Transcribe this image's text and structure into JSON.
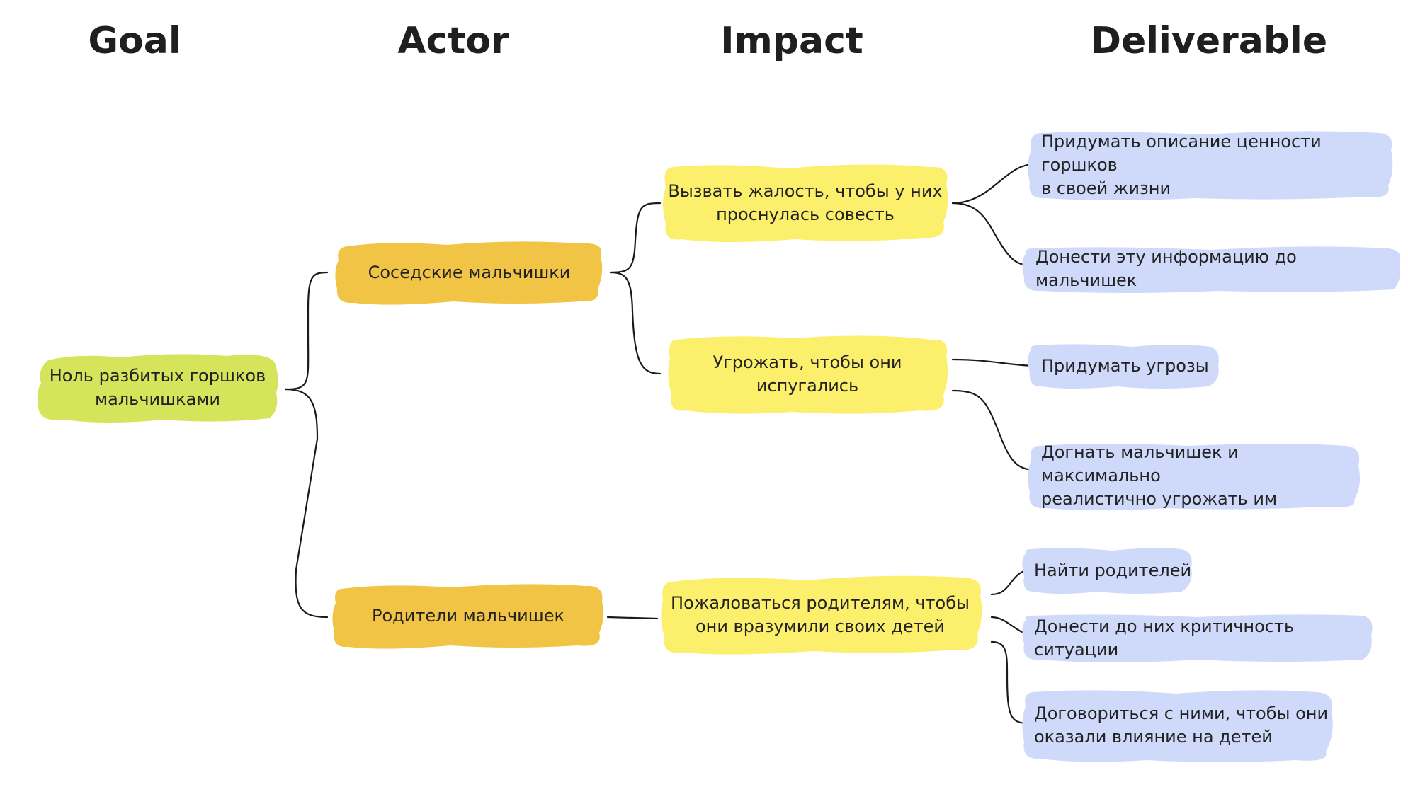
{
  "headers": {
    "goal": "Goal",
    "actor": "Actor",
    "impact": "Impact",
    "deliverable": "Deliverable"
  },
  "colors": {
    "goal": "#d5e45a",
    "actor": "#f2c445",
    "impact": "#fbef6c",
    "deliverable": "#cfdafb",
    "line": "#1a1a1a"
  },
  "goal": {
    "line1": "Ноль разбитых горшков",
    "line2": "мальчишками"
  },
  "actors": [
    {
      "label": "Соседские мальчишки"
    },
    {
      "label": "Родители мальчишек"
    }
  ],
  "impacts": [
    {
      "line1": "Вызвать жалость, чтобы у них",
      "line2": "проснулась совесть"
    },
    {
      "line1": "Угрожать, чтобы они",
      "line2": "испугались"
    },
    {
      "line1": "Пожаловаться родителям, чтобы",
      "line2": "они вразумили своих детей"
    }
  ],
  "deliverables": [
    {
      "line1": "Придумать описание ценности горшков",
      "line2": "в своей жизни"
    },
    {
      "line1": "Донести эту информацию до мальчишек",
      "line2": ""
    },
    {
      "line1": "Придумать угрозы",
      "line2": ""
    },
    {
      "line1": "Догнать мальчишек и максимально",
      "line2": "реалистично угрожать им"
    },
    {
      "line1": "Найти родителей",
      "line2": ""
    },
    {
      "line1": "Донести до них критичность ситуации",
      "line2": ""
    },
    {
      "line1": "Договориться с ними, чтобы они",
      "line2": "оказали влияние на детей"
    }
  ]
}
